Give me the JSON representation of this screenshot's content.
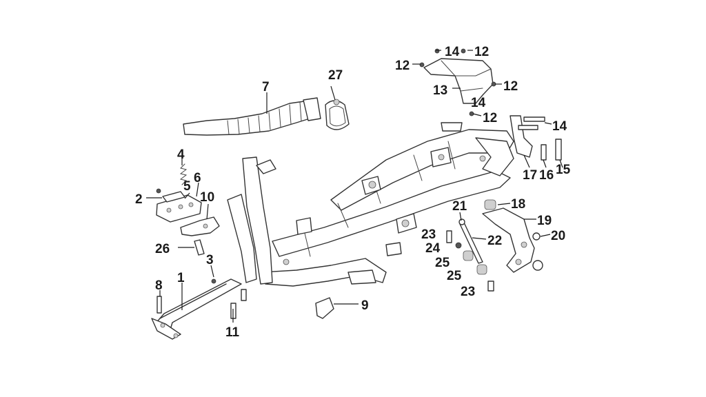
{
  "diagram": {
    "background": "#ffffff",
    "ink": "#1a1a1a",
    "callouts": [
      "1",
      "2",
      "3",
      "4",
      "5",
      "6",
      "7",
      "8",
      "9",
      "10",
      "11",
      "12",
      "12",
      "12",
      "12",
      "12",
      "13",
      "14",
      "14",
      "14",
      "14",
      "15",
      "16",
      "17",
      "18",
      "19",
      "20",
      "21",
      "22",
      "23",
      "23",
      "24",
      "25",
      "25",
      "26",
      "27"
    ]
  }
}
